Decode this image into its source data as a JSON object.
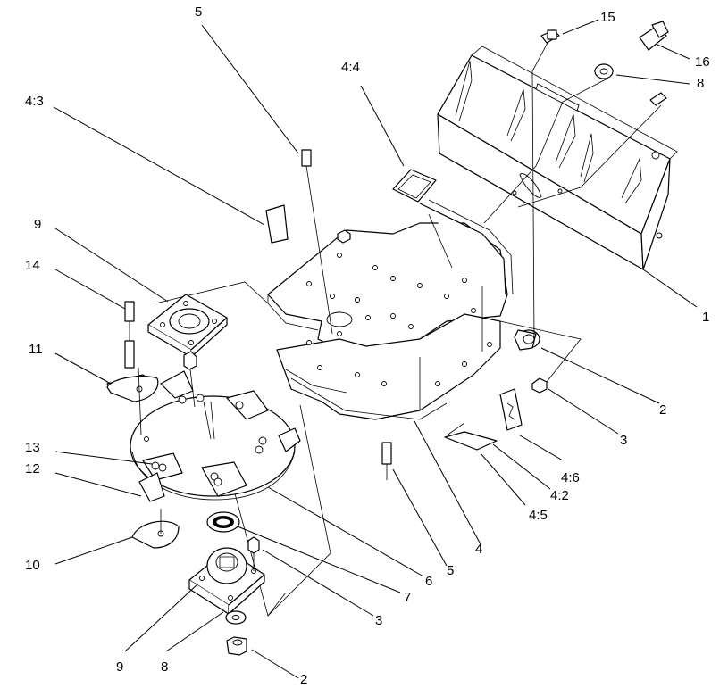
{
  "callouts": [
    {
      "id": "c5-top",
      "text": "5"
    },
    {
      "id": "c15",
      "text": "15"
    },
    {
      "id": "c16",
      "text": "16"
    },
    {
      "id": "c8-top",
      "text": "8"
    },
    {
      "id": "c44",
      "text": "4:4"
    },
    {
      "id": "c43",
      "text": "4:3"
    },
    {
      "id": "c9-top",
      "text": "9"
    },
    {
      "id": "c14",
      "text": "14"
    },
    {
      "id": "c11",
      "text": "11"
    },
    {
      "id": "c13",
      "text": "13"
    },
    {
      "id": "c12",
      "text": "12"
    },
    {
      "id": "c10",
      "text": "10"
    },
    {
      "id": "c9-bot",
      "text": "9"
    },
    {
      "id": "c8-bot",
      "text": "8"
    },
    {
      "id": "c2-bot",
      "text": "2"
    },
    {
      "id": "c3-bot",
      "text": "3"
    },
    {
      "id": "c7",
      "text": "7"
    },
    {
      "id": "c6",
      "text": "6"
    },
    {
      "id": "c5-bot",
      "text": "5"
    },
    {
      "id": "c4",
      "text": "4"
    },
    {
      "id": "c45",
      "text": "4:5"
    },
    {
      "id": "c42",
      "text": "4:2"
    },
    {
      "id": "c46",
      "text": "4:6"
    },
    {
      "id": "c3-right",
      "text": "3"
    },
    {
      "id": "c2-right",
      "text": "2"
    },
    {
      "id": "c1",
      "text": "1"
    }
  ]
}
